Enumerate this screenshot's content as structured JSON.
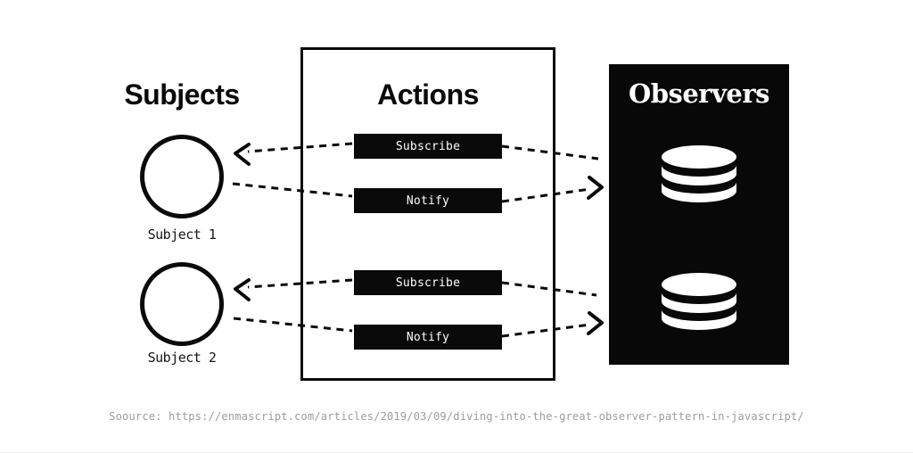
{
  "subjects": {
    "heading": "Subjects",
    "items": [
      {
        "label": "Subject 1"
      },
      {
        "label": "Subject 2"
      }
    ]
  },
  "actions": {
    "heading": "Actions",
    "groups": [
      {
        "subscribe_label": "Subscribe",
        "notify_label": "Notify"
      },
      {
        "subscribe_label": "Subscribe",
        "notify_label": "Notify"
      }
    ]
  },
  "observers": {
    "heading": "Observers",
    "icons": [
      {
        "name": "database-icon"
      },
      {
        "name": "database-icon"
      }
    ]
  },
  "footer": {
    "source_label": "Soource: https://enmascript.com/articles/2019/03/09/diving-into-the-great-observer-pattern-in-javascript/"
  },
  "colors": {
    "ink": "#0a0a0a",
    "background": "#ffffff",
    "observers_background": "#080808",
    "button_background": "#0a0a0a",
    "button_text": "#ffffff",
    "source_text": "#9b9b9b"
  }
}
